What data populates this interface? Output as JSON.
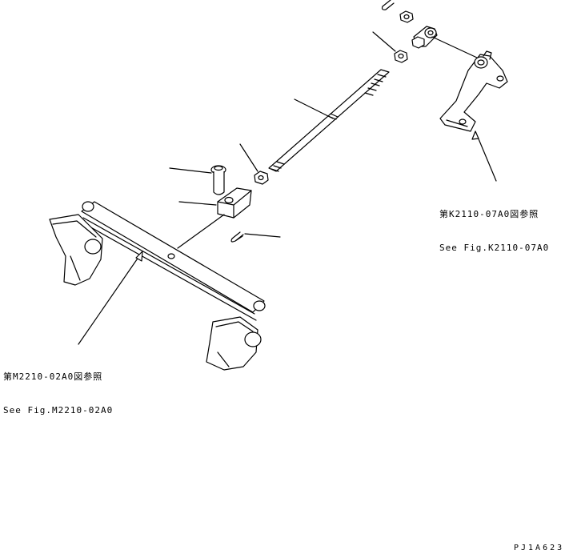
{
  "references": {
    "k2110": {
      "line1": "第K2110-07A0図参照",
      "line2": "See Fig.K2110-07A0"
    },
    "m2210": {
      "line1": "第M2210-02A0図参照",
      "line2": "See Fig.M2210-02A0"
    }
  },
  "drawing_code": "PJ1A623"
}
